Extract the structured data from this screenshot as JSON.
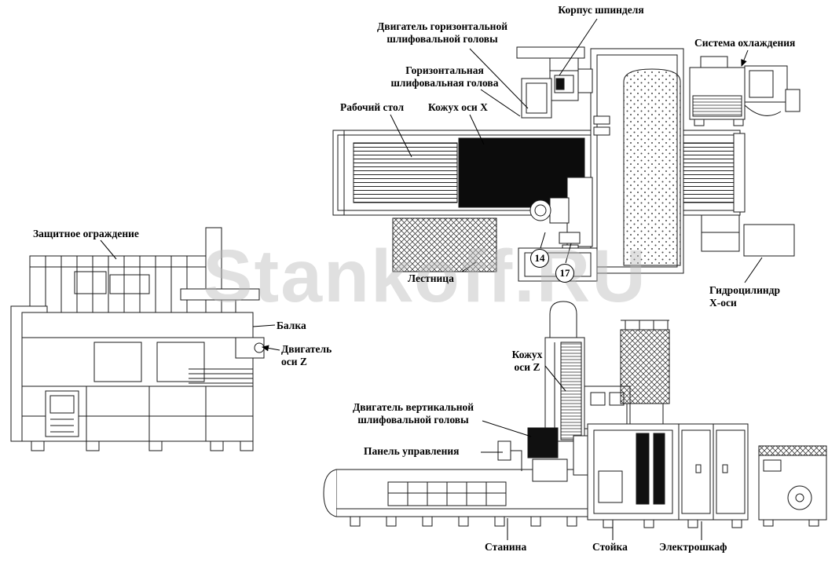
{
  "watermark": "Stankoff.RU",
  "markers": {
    "m14": "14",
    "m17": "17"
  },
  "callouts": {
    "spindle_housing": {
      "label": "Корпус шпинделя"
    },
    "horizontal_head_motor": {
      "label": "Двигатель горизонтальной\nшлифовальной головы"
    },
    "cooling_system": {
      "label": "Система охлаждения"
    },
    "horizontal_grinding_head": {
      "label": "Горизонтальная\nшлифовальная голова"
    },
    "work_table": {
      "label": "Рабочий стол"
    },
    "x_axis_cover": {
      "label": "Кожух оси X"
    },
    "protective_fence": {
      "label": "Защитное ограждение"
    },
    "ladder": {
      "label": "Лестница"
    },
    "beam": {
      "label": "Балка"
    },
    "z_axis_motor": {
      "label": "Двигатель\nоси Z"
    },
    "hydraulic_cylinder_x": {
      "label": "Гидроцилиндр\nХ-оси"
    },
    "z_axis_cover": {
      "label": "Кожух\nоси Z"
    },
    "vertical_head_motor": {
      "label": "Двигатель вертикальной\nшлифовальной головы"
    },
    "control_panel": {
      "label": "Панель управления"
    },
    "bed": {
      "label": "Станина"
    },
    "column": {
      "label": "Стойка"
    },
    "electrical_cabinet": {
      "label": "Электрошкаф"
    }
  }
}
